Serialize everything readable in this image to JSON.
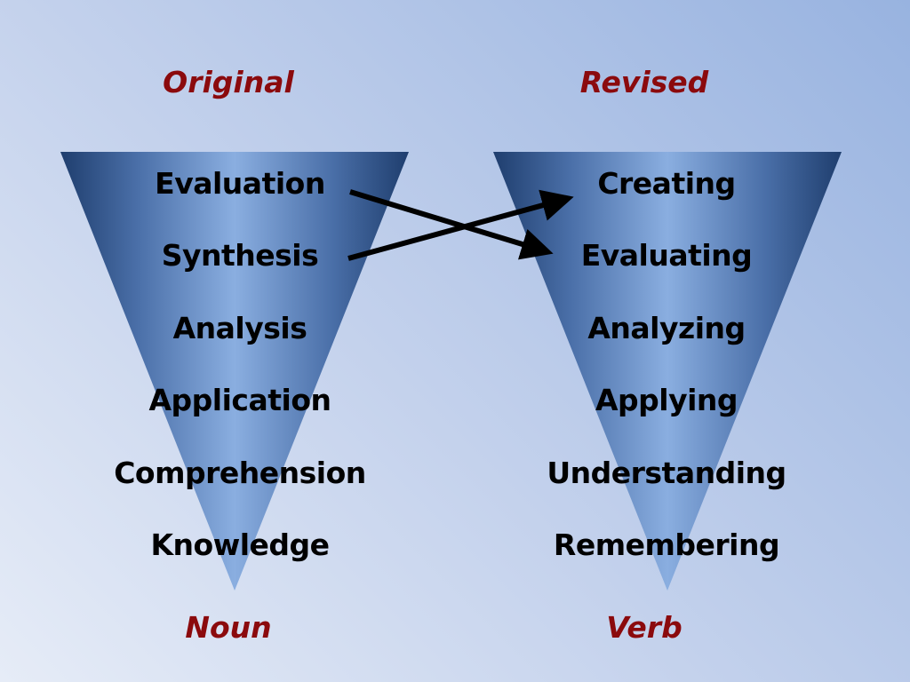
{
  "slide": {
    "original_heading": "Original",
    "revised_heading": "Revised",
    "original_footer": "Noun",
    "revised_footer": "Verb",
    "original_levels": [
      "Evaluation",
      "Synthesis",
      "Analysis",
      "Application",
      "Comprehension",
      "Knowledge"
    ],
    "revised_levels": [
      "Creating",
      "Evaluating",
      "Analyzing",
      "Applying",
      "Understanding",
      "Remembering"
    ]
  },
  "colors": {
    "heading": "#8b0a0d",
    "funnel_center": "#8aaee0",
    "funnel_edge": "#1f3e6e",
    "text": "#000000"
  }
}
